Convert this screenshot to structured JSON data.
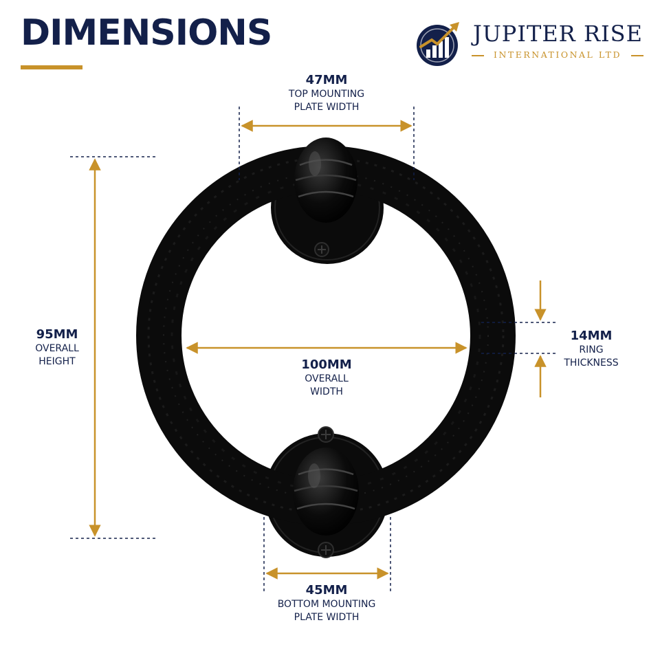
{
  "header": {
    "title": "DIMENSIONS",
    "accent_color": "#c8922a",
    "text_color": "#13204a"
  },
  "logo": {
    "name": "JUPITER RISE",
    "subtitle": "INTERNATIONAL LTD"
  },
  "dimensions": {
    "top_plate": {
      "value": "47MM",
      "line1": "TOP MOUNTING",
      "line2": "PLATE WIDTH"
    },
    "height": {
      "value": "95MM",
      "line1": "OVERALL",
      "line2": "HEIGHT"
    },
    "width": {
      "value": "100MM",
      "line1": "OVERALL",
      "line2": "WIDTH"
    },
    "thickness": {
      "value": "14MM",
      "line1": "RING",
      "line2": "THICKNESS"
    },
    "bottom_plate": {
      "value": "45MM",
      "line1": "BOTTOM MOUNTING",
      "line2": "PLATE WIDTH"
    }
  },
  "product": {
    "color": "#0b0b0b"
  }
}
